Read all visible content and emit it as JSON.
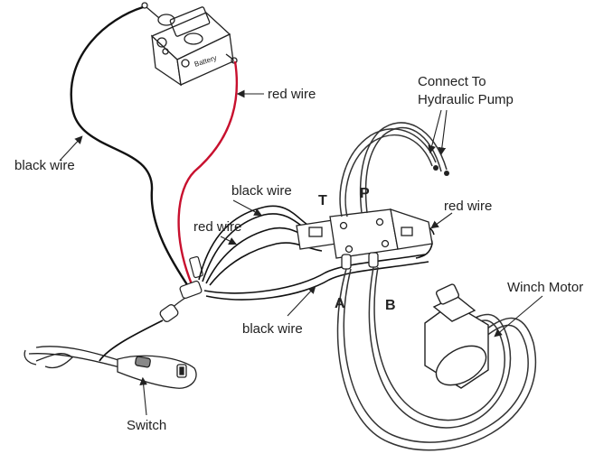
{
  "labels": {
    "battery": "Battery",
    "red_wire_top": "red wire",
    "black_wire_left": "black wire",
    "black_wire_mid": "black wire",
    "red_wire_mid": "red wire",
    "red_wire_right": "red wire",
    "black_wire_bottom": "black wire",
    "connect_to": "Connect To",
    "hydraulic_pump": "Hydraulic Pump",
    "port_t": "T",
    "port_p": "P",
    "port_a": "A",
    "port_b": "B",
    "winch_motor": "Winch Motor",
    "switch": "Switch"
  },
  "colors": {
    "red_wire": "#c8102e",
    "black_wire": "#111111",
    "outline": "#222222",
    "hose": "#333333"
  }
}
